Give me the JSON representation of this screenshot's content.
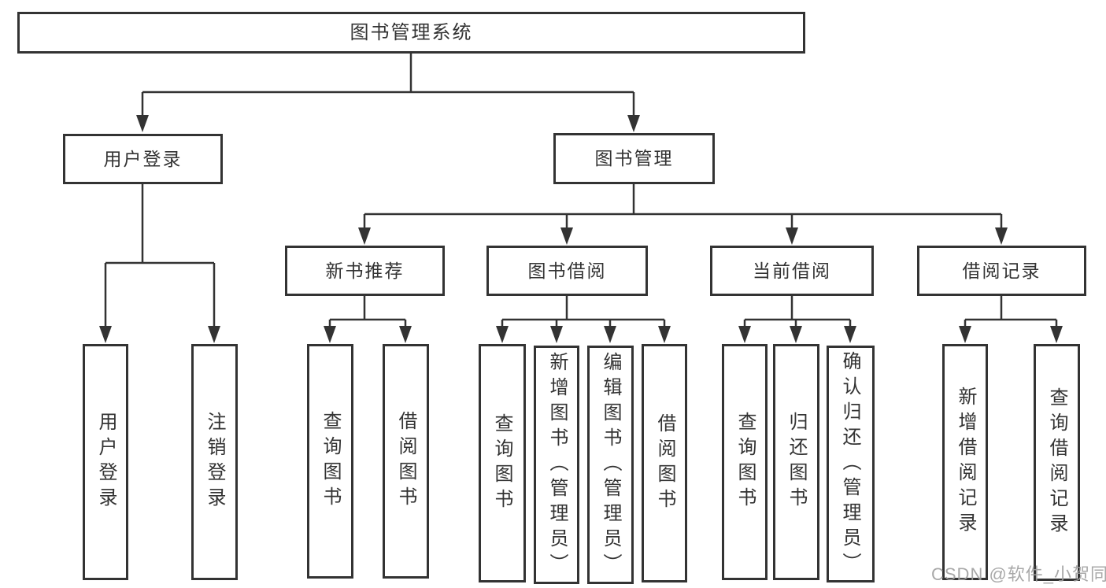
{
  "root": {
    "label": "图书管理系统"
  },
  "level2": [
    {
      "label": "用户登录"
    },
    {
      "label": "图书管理"
    }
  ],
  "level3": [
    {
      "label": "新书推荐"
    },
    {
      "label": "图书借阅"
    },
    {
      "label": "当前借阅"
    },
    {
      "label": "借阅记录"
    }
  ],
  "leaves": {
    "user_login": [
      {
        "label": "用户登录"
      },
      {
        "label": "注销登录"
      }
    ],
    "new_book_recommend": [
      {
        "label": "查询图书"
      },
      {
        "label": "借阅图书"
      }
    ],
    "book_borrow": [
      {
        "label": "查询图书"
      },
      {
        "label": "新增图书（管理员）"
      },
      {
        "label": "编辑图书（管理员）"
      },
      {
        "label": "借阅图书"
      }
    ],
    "current_borrow": [
      {
        "label": "查询图书"
      },
      {
        "label": "归还图书"
      },
      {
        "label": "确认归还（管理员）"
      }
    ],
    "borrow_record": [
      {
        "label": "新增借阅记录"
      },
      {
        "label": "查询借阅记录"
      }
    ]
  },
  "watermark": {
    "text": "CSDN @软件_小贺同学"
  },
  "colors": {
    "line": "#333333",
    "box_border": "#333333",
    "text": "#333333",
    "background": "#ffffff",
    "watermark": "#9e9e9e"
  }
}
